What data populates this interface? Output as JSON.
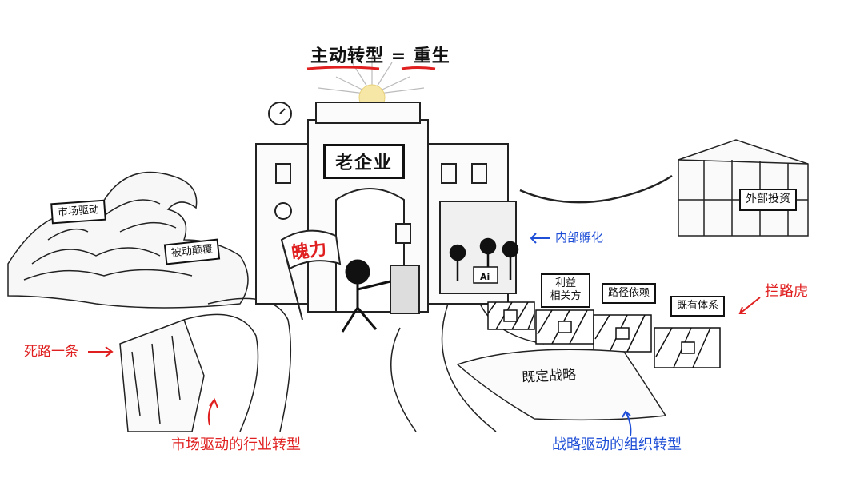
{
  "title": {
    "left": "主动转型",
    "eq": "=",
    "right": "重生"
  },
  "labels": {
    "old_enterprise": "老企业",
    "external_investment": "外部投资",
    "internal_incubation": "内部孵化",
    "roadblock_tiger": "拦路虎",
    "dead_end": "死路一条",
    "market_driven_industry": "市场驱动的行业转型",
    "strategy_driven_org": "战略驱动的组织转型",
    "flag": "魄力",
    "ai_box": "Ai"
  },
  "wave_signs": {
    "market_driven": "市场驱动",
    "passive_disruption": "被动颠覆"
  },
  "barrier_signs": {
    "stakeholders_l1": "利益",
    "stakeholders_l2": "相关方",
    "path_dependency": "路径依赖",
    "existing_system": "既有体系"
  },
  "plan": "既定战略",
  "colors": {
    "red": "#e02020",
    "blue": "#1f4fd6",
    "ink": "#111111"
  }
}
